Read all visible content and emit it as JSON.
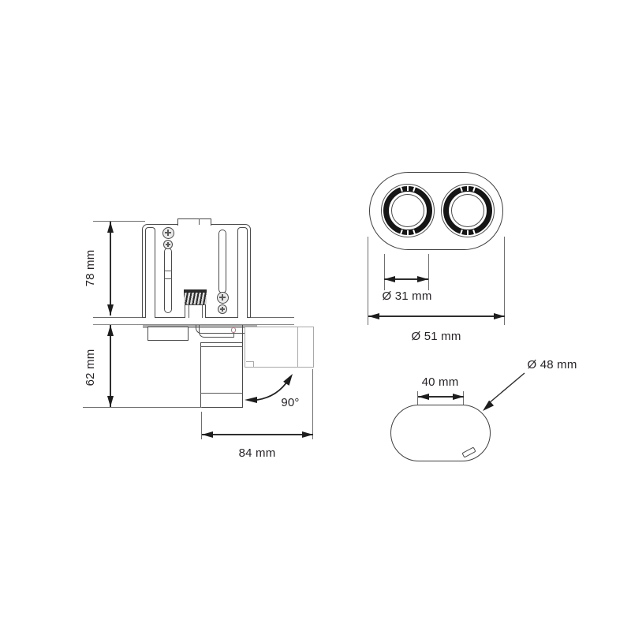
{
  "figure_type": "technical dimension drawing",
  "colors": {
    "line": "#4a4a4a",
    "dimension_line": "#2e2e2e",
    "ghost_line": "#a9a9a9",
    "text": "#272327",
    "arrow": "#1d1d1d",
    "pivot_marker": "#b5737f",
    "background": "#ffffff"
  },
  "side_view": {
    "height_top": "78 mm",
    "height_bottom": "62 mm",
    "width": "84 mm",
    "tilt_angle": "90°"
  },
  "front_view": {
    "inner_diameter": "Ø 31 mm",
    "overall_diameter": "Ø 51 mm"
  },
  "cutout_view": {
    "width": "40 mm",
    "diameter": "Ø 48 mm"
  }
}
